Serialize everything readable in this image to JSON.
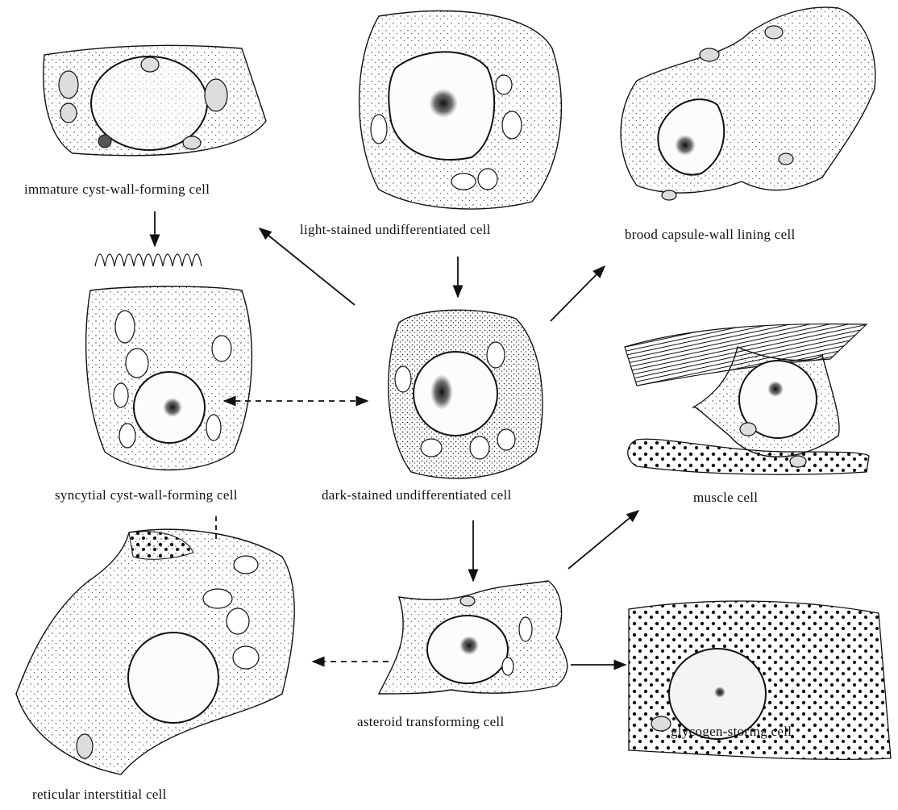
{
  "labels": {
    "immature": "immature cyst-wall-forming cell",
    "light": "light-stained undifferentiated cell",
    "brood": "brood capsule-wall lining cell",
    "syncytial": "syncytial cyst-wall-forming cell",
    "dark": "dark-stained undifferentiated cell",
    "muscle": "muscle cell",
    "reticular": "reticular interstitial cell",
    "asteroid": "asteroid transforming cell",
    "glycogen": "glycogen-storing cell"
  },
  "colors": {
    "ink": "#111111",
    "cytoplasm": "#f4f4f4",
    "nucleus": "#fafafa",
    "stain": "#222222"
  }
}
